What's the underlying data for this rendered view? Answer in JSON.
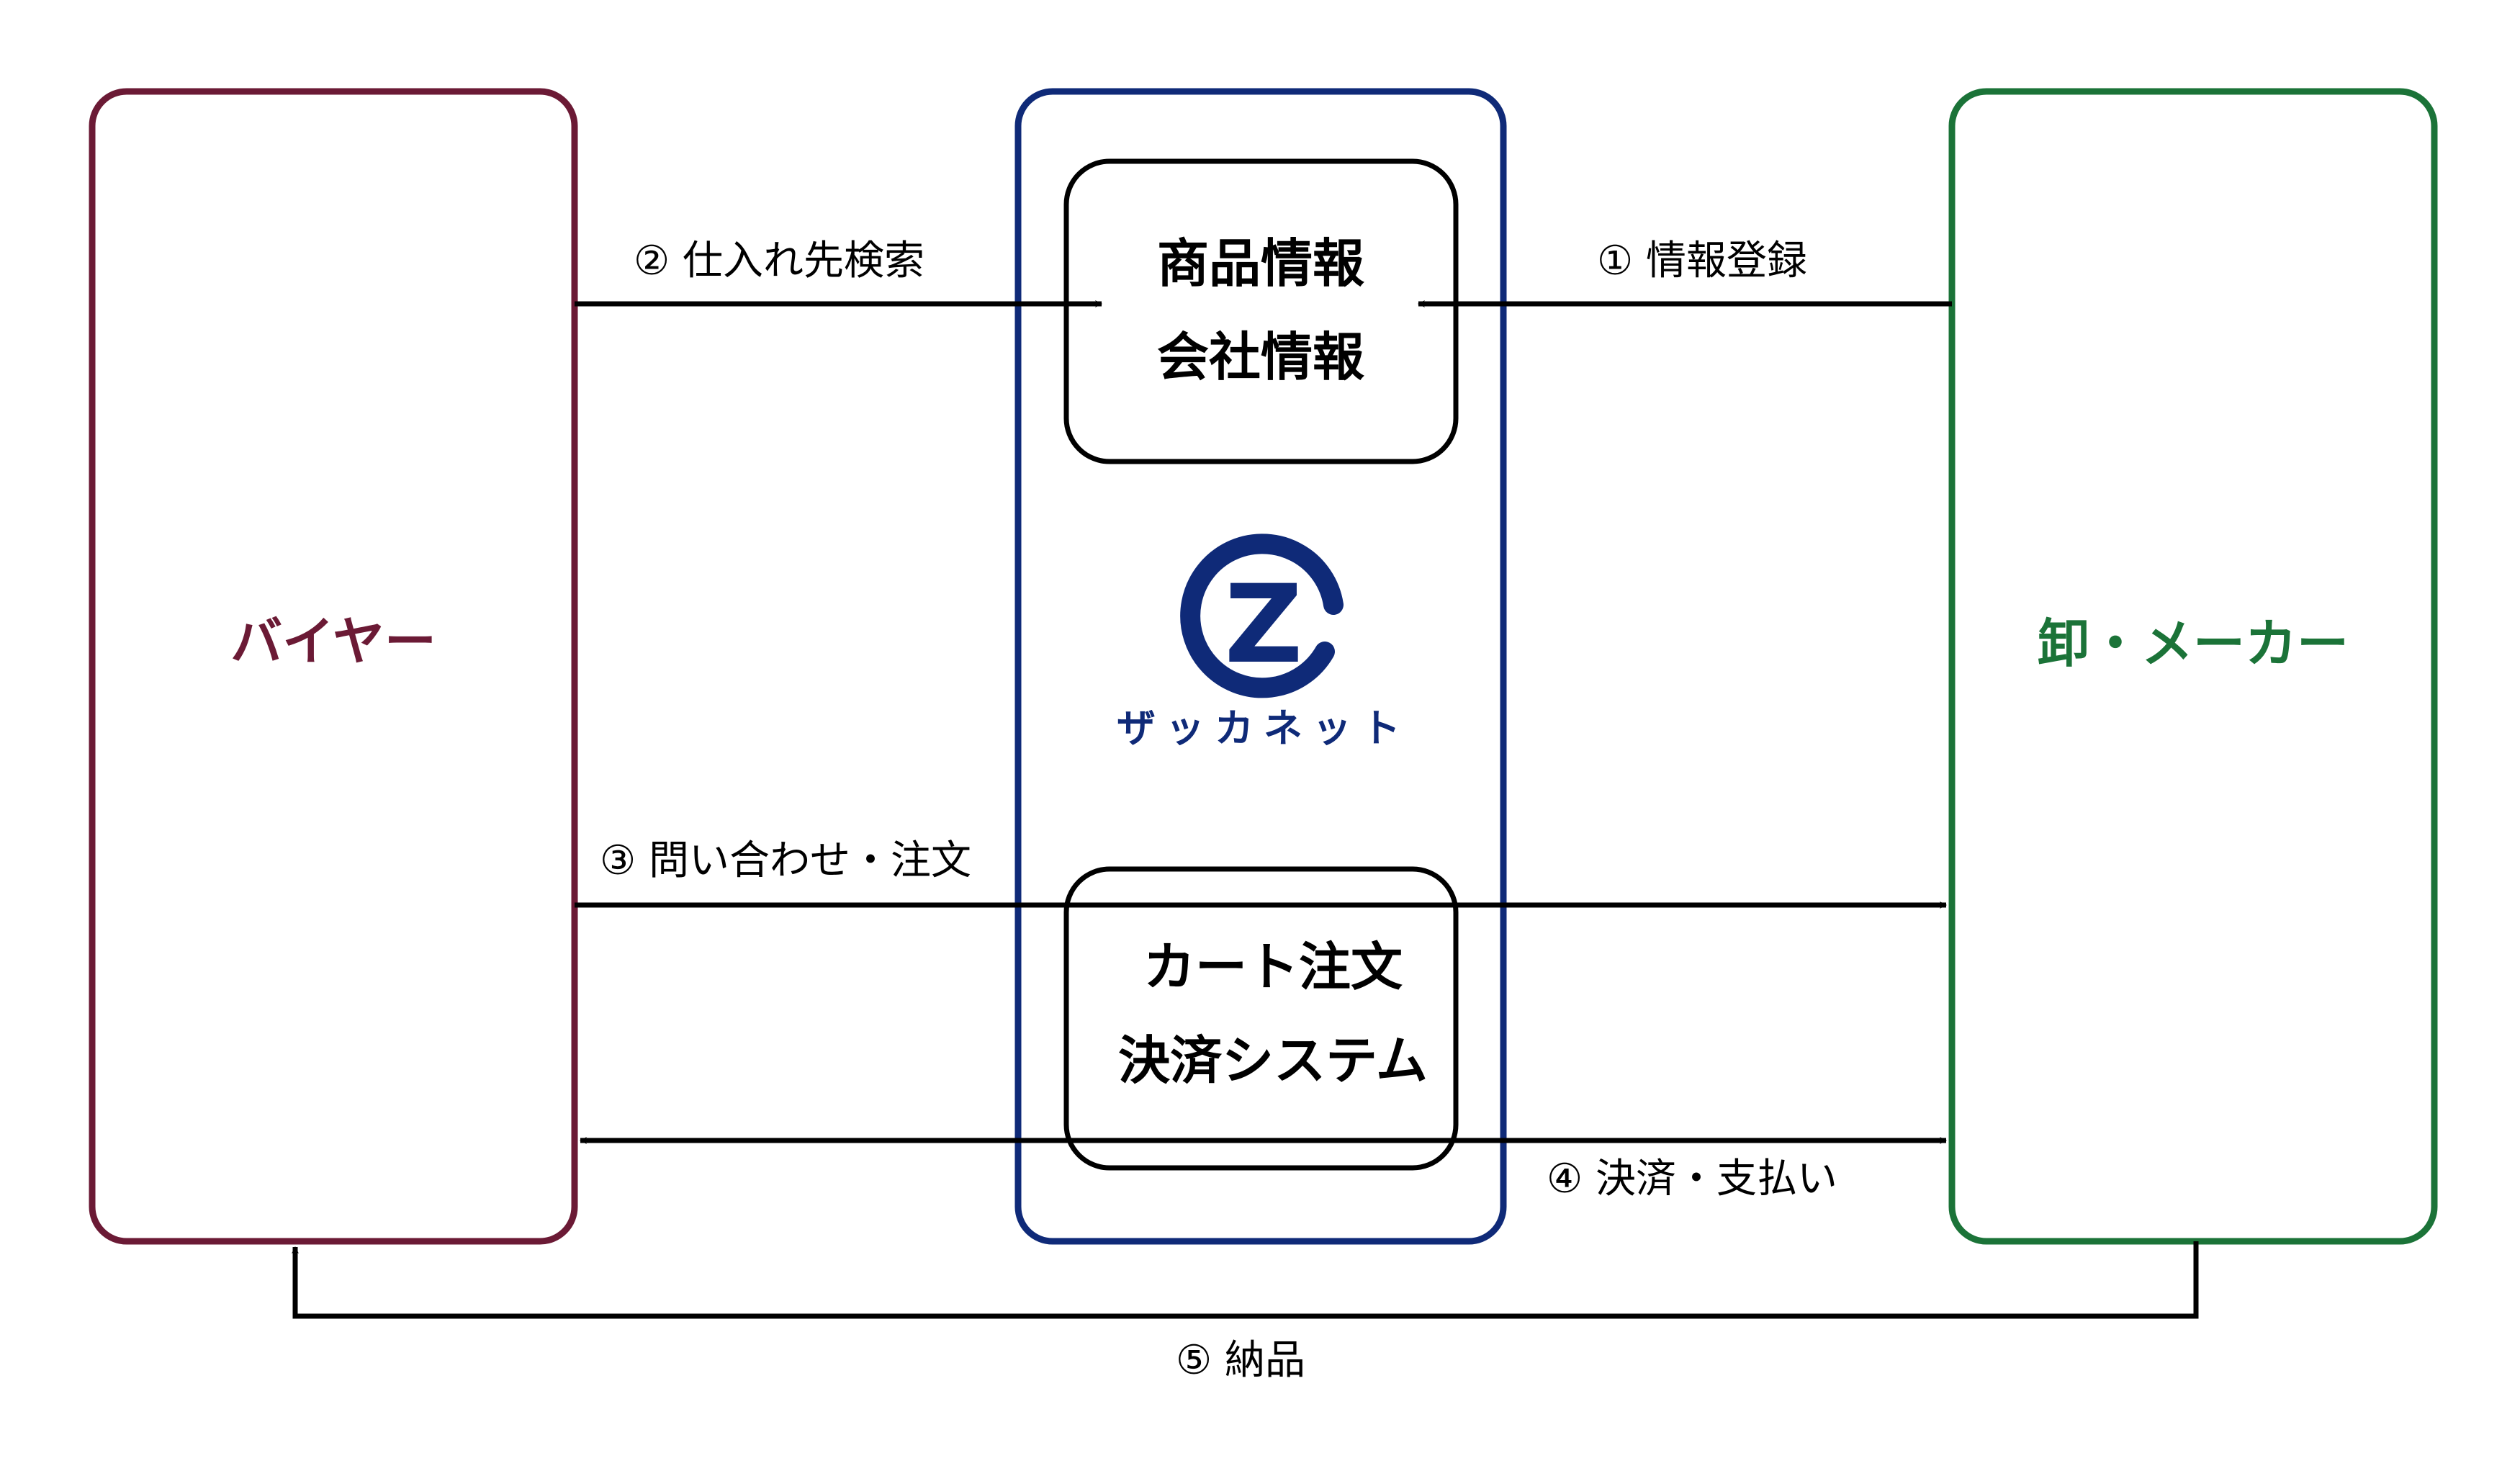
{
  "colors": {
    "buyer": "#6b1a35",
    "platform": "#0f2a78",
    "maker": "#1b7338",
    "line": "#000000"
  },
  "buyer": {
    "title": "バイヤー"
  },
  "maker": {
    "title": "卸・メーカー"
  },
  "platform": {
    "info_box": {
      "line1": "商品情報",
      "line2": "会社情報"
    },
    "cart_box": {
      "line1": "カート注文",
      "line2": "決済システム"
    },
    "logo": {
      "icon": "at-z-logo-icon",
      "mark": "Z",
      "name": "ザッカネット"
    }
  },
  "steps": {
    "s1": "① 情報登録",
    "s2": "② 仕入れ先検索",
    "s3": "③ 問い合わせ・注文",
    "s4": "④ 決済・支払い",
    "s5": "⑤ 納品"
  }
}
